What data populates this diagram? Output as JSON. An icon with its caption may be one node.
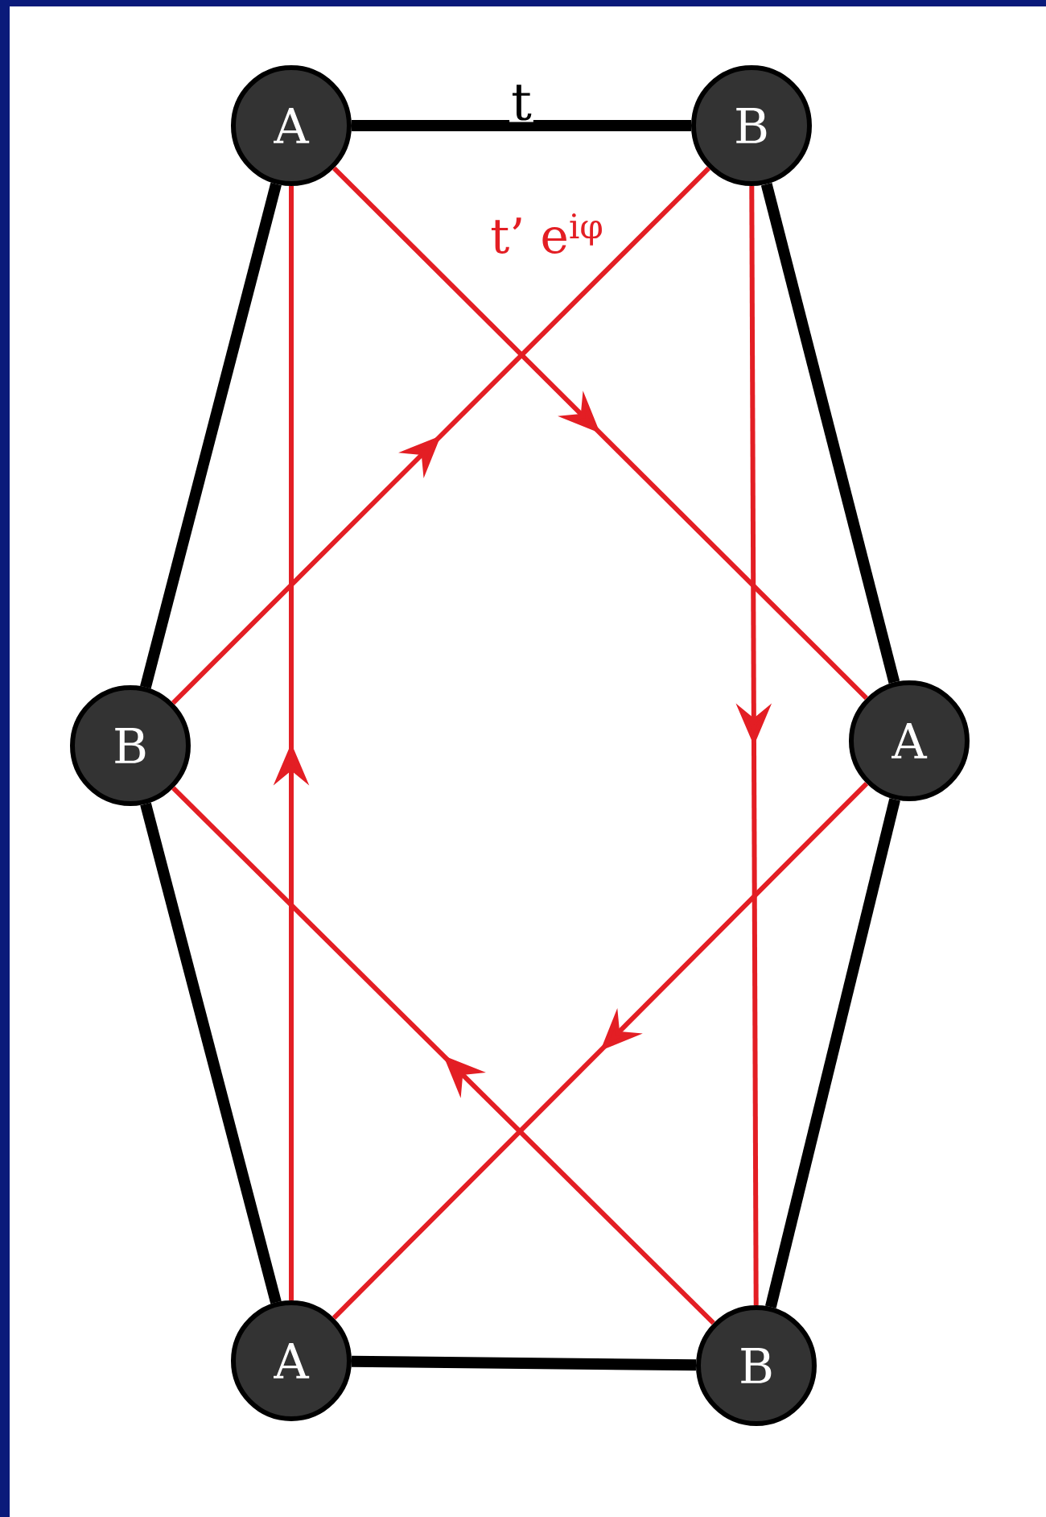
{
  "diagram": {
    "nodes": [
      {
        "text": [
          "A"
        ]
      },
      {
        "text": [
          "B"
        ]
      },
      {
        "text": [
          "B"
        ]
      },
      {
        "text": [
          "A"
        ]
      },
      {
        "text": [
          "A"
        ]
      },
      {
        "text": [
          "B"
        ]
      }
    ],
    "edges": [
      {
        "from": 0,
        "to": 1,
        "arrow": "none",
        "style": "thick",
        "label": "t"
      },
      {
        "from": 1,
        "to": 3,
        "arrow": "none",
        "style": "thick"
      },
      {
        "from": 3,
        "to": 5,
        "arrow": "none",
        "style": "thick"
      },
      {
        "from": 5,
        "to": 4,
        "arrow": "none",
        "style": "thick"
      },
      {
        "from": 4,
        "to": 2,
        "arrow": "none",
        "style": "thick"
      },
      {
        "from": 2,
        "to": 0,
        "arrow": "none",
        "style": "thick"
      },
      {
        "from": 0,
        "to": 3,
        "arrow": "to",
        "color": "#e31e24"
      },
      {
        "from": 2,
        "to": 1,
        "arrow": "to",
        "color": "#e31e24"
      },
      {
        "from": 1,
        "to": 5,
        "arrow": "to",
        "color": "#e31e24"
      },
      {
        "from": 4,
        "to": 0,
        "arrow": "to",
        "color": "#e31e24"
      },
      {
        "from": 3,
        "to": 4,
        "arrow": "to",
        "color": "#e31e24"
      },
      {
        "from": 5,
        "to": 2,
        "arrow": "to",
        "color": "#e31e24"
      }
    ],
    "labels": [
      "t’ e$^{iφ}$"
    ]
  }
}
